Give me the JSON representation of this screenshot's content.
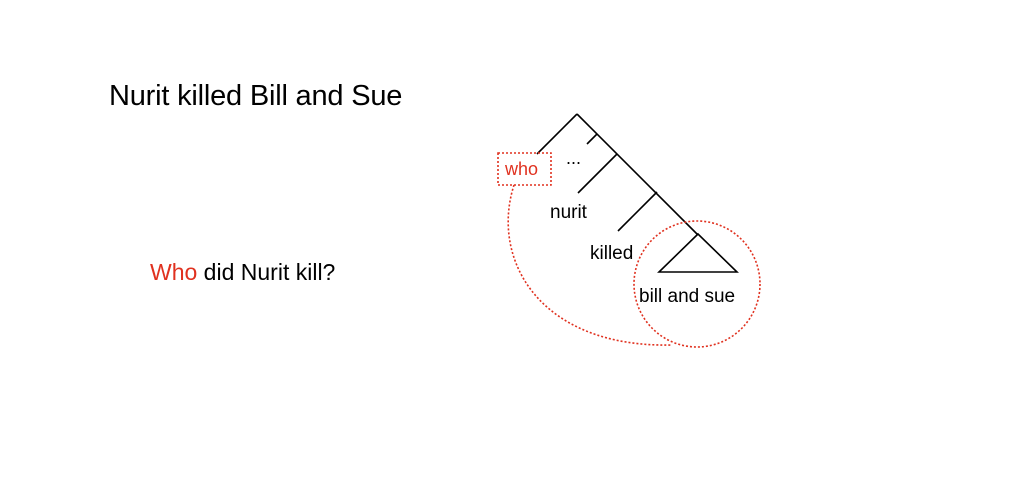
{
  "title": "Nurit killed Bill and Sue",
  "question": {
    "wh_word": "Who",
    "rest": " did Nurit kill?"
  },
  "tree": {
    "labels": {
      "who": "who",
      "ellipsis": "...",
      "nurit": "nurit",
      "killed": "killed",
      "object": "bill and sue"
    }
  },
  "colors": {
    "text": "#000000",
    "highlight": "#e0311f"
  }
}
